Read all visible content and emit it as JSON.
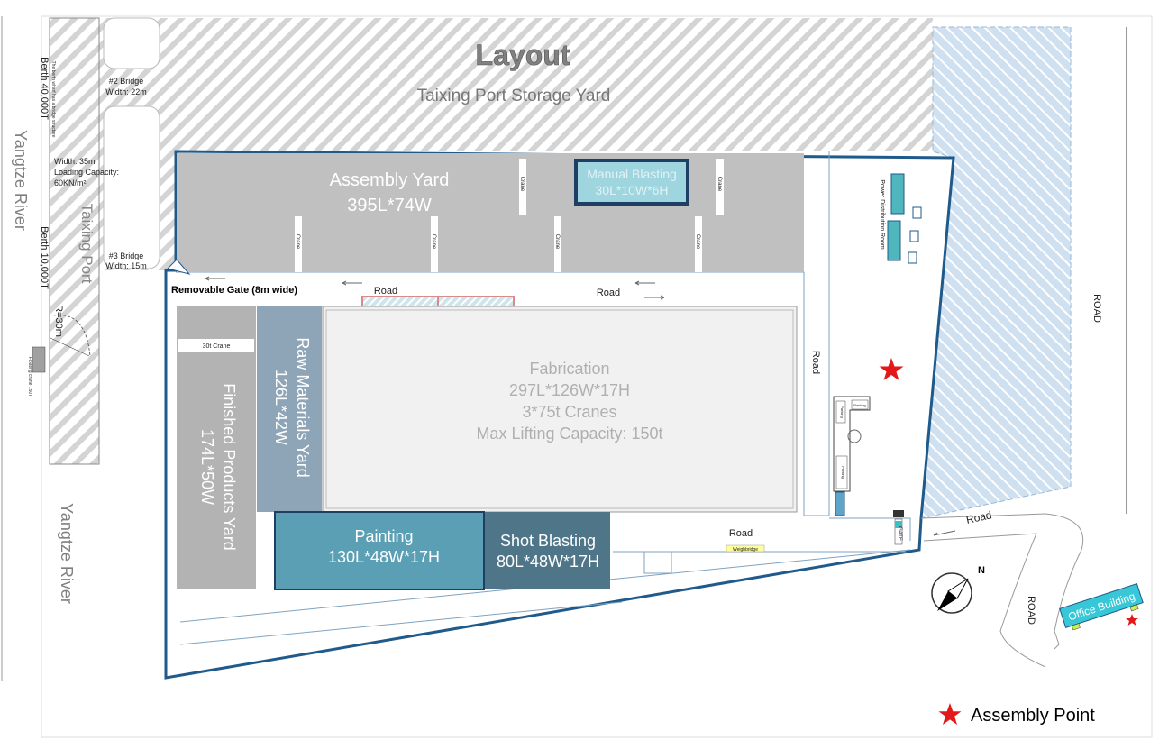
{
  "title": "Layout",
  "subtitle": "Taixing Port Storage Yard",
  "river_labels": [
    "Yangtze River",
    "Yangtze River"
  ],
  "port_label": "Taixing Port",
  "berth_top": "Berth 40,000T",
  "berth_bottom": "Berth 10,000T",
  "berth_note": "The berth wharf has a bridge structure",
  "bridge2": [
    "#2 Bridge",
    "Width: 22m"
  ],
  "bridge3": [
    "#3 Bridge",
    "Width: 15m"
  ],
  "wharf_spec": [
    "Width: 35m",
    "Loading Capacity:",
    "60KN/m²"
  ],
  "radius": "R=30m",
  "floating_crane": "Floating crane 150T",
  "assembly_yard": [
    "Assembly Yard",
    "395L*74W"
  ],
  "manual_blasting": [
    "Manual Blasting",
    "30L*10W*6H"
  ],
  "crane": "Crane",
  "crane_30t": "30t Crane",
  "removable_gate": "Removable Gate (8m wide)",
  "road": "Road",
  "road_caps": "ROAD",
  "fabrication": [
    "Fabrication",
    "297L*126W*17H",
    "3*75t Cranes",
    "Max Lifting Capacity: 150t"
  ],
  "raw_materials": [
    "Raw Materials Yard",
    "126L*42W"
  ],
  "finished_products": [
    "Finished Products Yard",
    "174L*50W"
  ],
  "painting": [
    "Painting",
    "130L*48W*17H"
  ],
  "shot_blasting": [
    "Shot Blasting",
    "80L*48W*17H"
  ],
  "power_room": "Power Distribution Room",
  "parking": "Parking",
  "gate": "GATE",
  "weighbridge": "Weighbridge",
  "office": "Office Building",
  "compass": "N",
  "legend": "Assembly Point",
  "colors": {
    "assembly": "#c0c0c0",
    "fabrication": "#f0f1f0",
    "raw": "#8ea4b7",
    "finished": "#b3b3b3",
    "painting": "#5a9fb3",
    "shot": "#4f7688",
    "boundary": "#1f5a8a",
    "star": "#e31818",
    "office": "#37c7d6",
    "blue_hatch": "#c9dbee"
  }
}
